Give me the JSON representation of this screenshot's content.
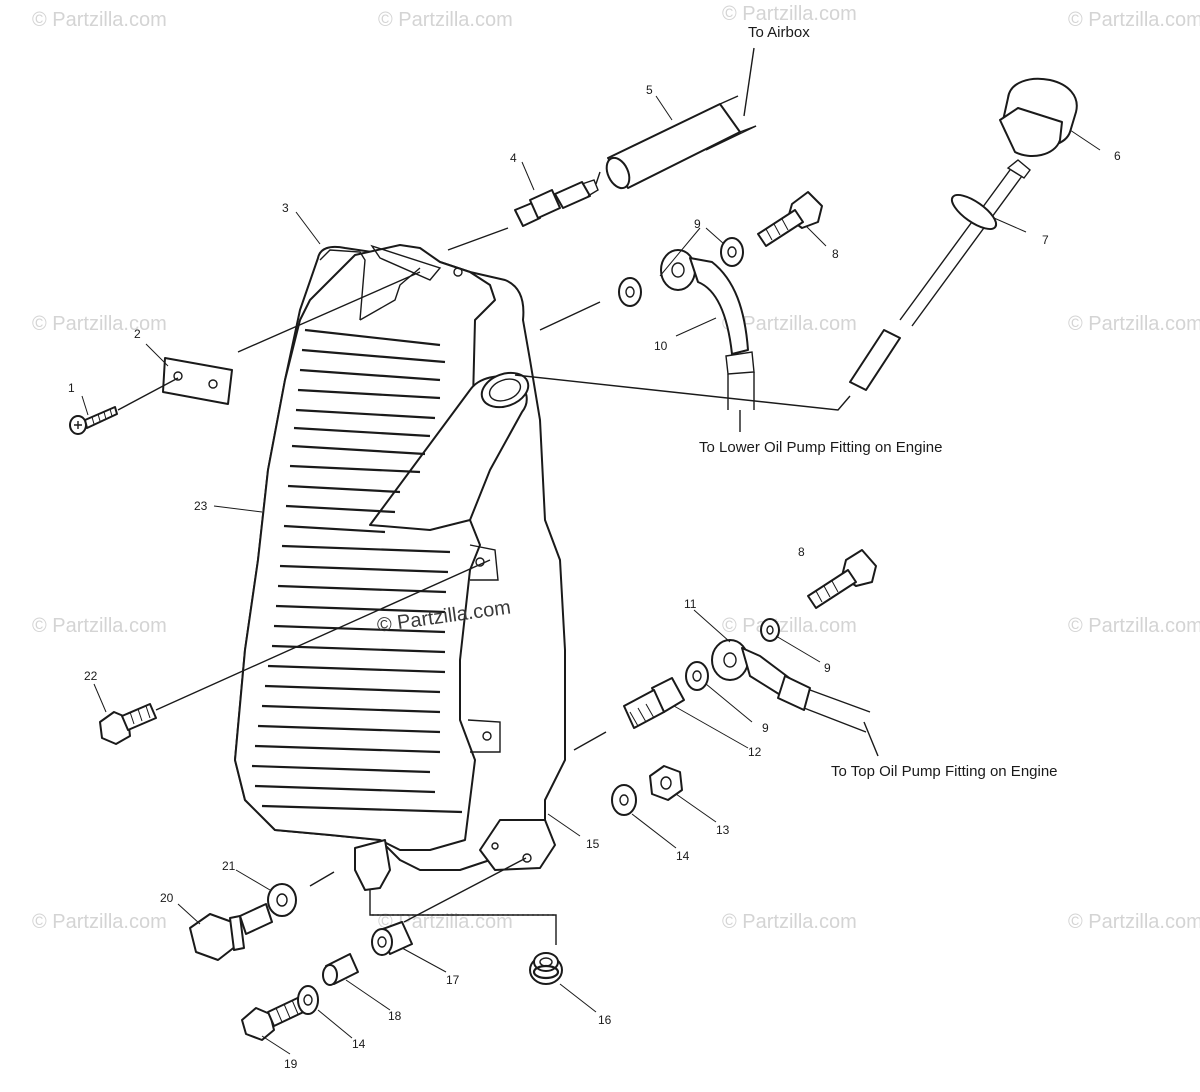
{
  "watermark": {
    "text": "© Partzilla.com",
    "center_text": "© Partzilla.com"
  },
  "notes": {
    "to_airbox": "To Airbox",
    "to_lower_pump": "To Lower Oil Pump Fitting on Engine",
    "to_top_pump": "To Top Oil Pump Fitting on Engine"
  },
  "callouts": {
    "c1": "1",
    "c2": "2",
    "c3": "3",
    "c4": "4",
    "c5": "5",
    "c6": "6",
    "c7": "7",
    "c8a": "8",
    "c8b": "8",
    "c9a": "9",
    "c9b": "9",
    "c9c": "9",
    "c10": "10",
    "c11": "11",
    "c12": "12",
    "c13": "13",
    "c14a": "14",
    "c14b": "14",
    "c15": "15",
    "c16": "16",
    "c17": "17",
    "c18": "18",
    "c19": "19",
    "c20": "20",
    "c21": "21",
    "c22": "22",
    "c23": "23"
  }
}
